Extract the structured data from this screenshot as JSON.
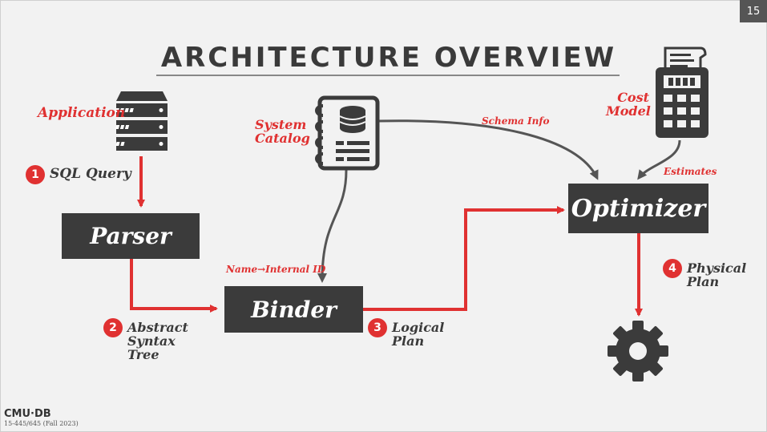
{
  "slide": {
    "number": "15",
    "title": "ARCHITECTURE OVERVIEW"
  },
  "nodes": {
    "parser": "Parser",
    "binder": "Binder",
    "optimizer": "Optimizer"
  },
  "labels": {
    "application": "Application",
    "system_catalog": [
      "System",
      "Catalog"
    ],
    "cost_model": [
      "Cost",
      "Model"
    ],
    "schema_info": "Schema Info",
    "estimates": "Estimates",
    "name_internal_id": "Name→Internal ID"
  },
  "steps": [
    {
      "num": "1",
      "lines": [
        "SQL Query"
      ]
    },
    {
      "num": "2",
      "lines": [
        "Abstract",
        "Syntax",
        "Tree"
      ]
    },
    {
      "num": "3",
      "lines": [
        "Logical",
        "Plan"
      ]
    },
    {
      "num": "4",
      "lines": [
        "Physical",
        "Plan"
      ]
    }
  ],
  "icons": [
    "server-icon",
    "catalog-notebook-icon",
    "database-icon",
    "calculator-icon",
    "gear-icon"
  ],
  "colors": {
    "accent": "#e03131",
    "box": "#3b3b3b",
    "text": "#3a3a3a"
  },
  "footer": {
    "logo": "CMU·DB",
    "course": "15-445/645 (Fall 2023)"
  }
}
